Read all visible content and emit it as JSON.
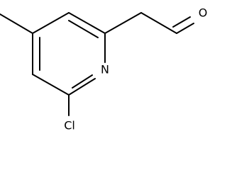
{
  "molecule": {
    "atoms": {
      "nitrogen": "N",
      "oxygen": "O",
      "chlorine": "Cl"
    }
  }
}
